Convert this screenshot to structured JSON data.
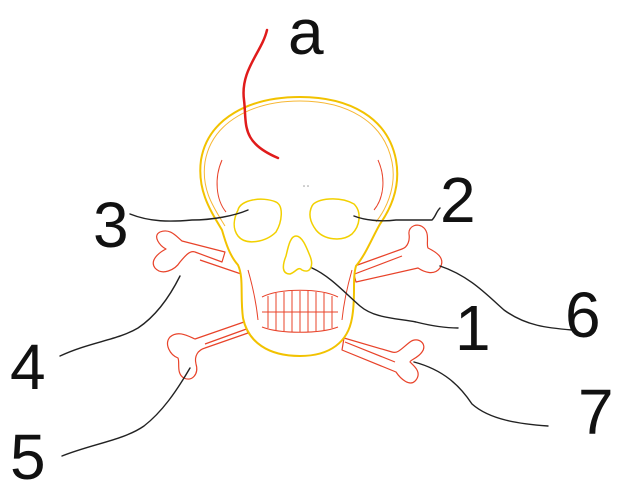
{
  "labels": {
    "a": "a",
    "one": "1",
    "two": "2",
    "three": "3",
    "four": "4",
    "five": "5",
    "six": "6",
    "seven": "7"
  },
  "colors": {
    "skull_outline": "#f2c200",
    "skull_inner": "#f7b733",
    "bone_outline": "#e8432a",
    "pointer_red": "#e01b1b",
    "leader_lines": "#222222",
    "label_text": "#111111"
  },
  "icons": {
    "main_figure": "skull-and-crossbones"
  }
}
